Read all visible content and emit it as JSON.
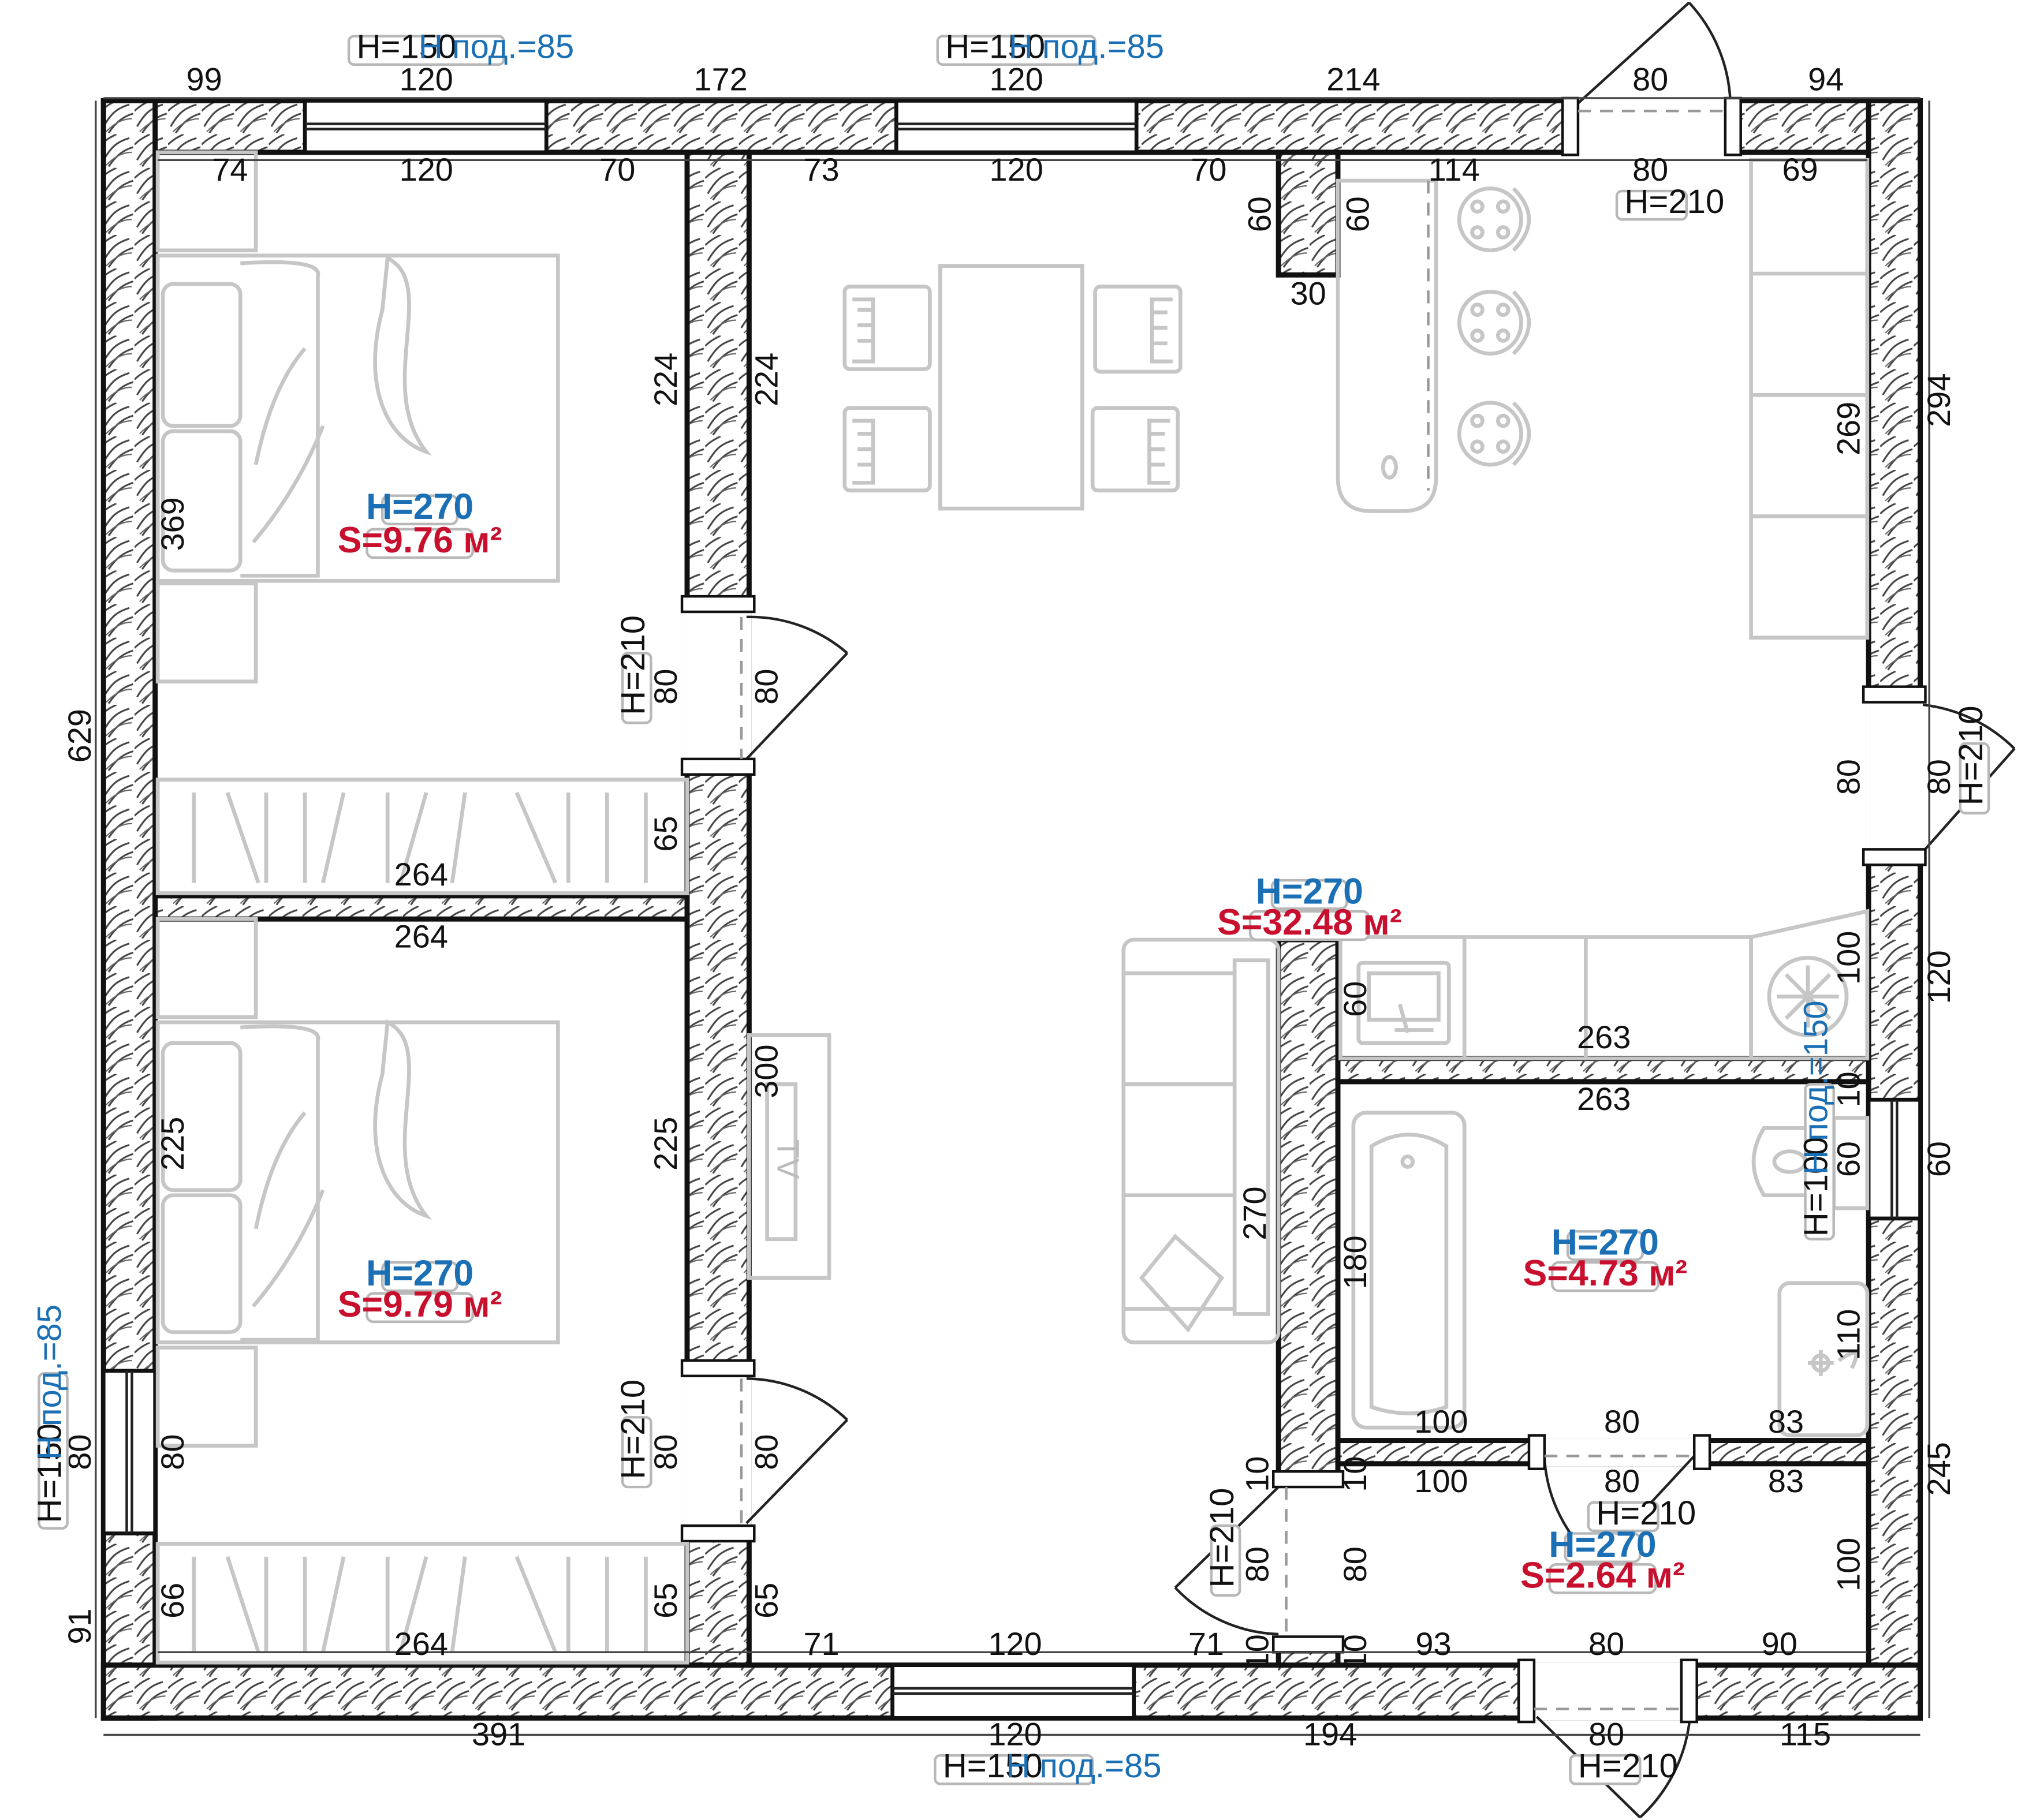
{
  "windows": {
    "top_left": {
      "h": "H=150",
      "sill": "H под.=85"
    },
    "top_mid": {
      "h": "H=150",
      "sill": "H под.=85"
    },
    "bottom": {
      "h": "H=150",
      "sill": "H под.=85"
    },
    "left": {
      "h": "H=150",
      "sill": "H под.=85"
    },
    "bath": {
      "h": "H=100",
      "sill": "H под.=150"
    }
  },
  "doors": {
    "kitchen_top": "H=210",
    "bedroom1": "H=210",
    "bedroom2": "H=210",
    "right_exit": "H=210",
    "wc": "H=210",
    "hall": "H=210",
    "entrance": "H=210"
  },
  "rooms": {
    "bedroom1": {
      "h": "H=270",
      "s": "S=9.76 м²"
    },
    "bedroom2": {
      "h": "H=270",
      "s": "S=9.79 м²"
    },
    "living": {
      "h": "H=270",
      "s": "S=32.48 м²"
    },
    "bath": {
      "h": "H=270",
      "s": "S=4.73 м²"
    },
    "hall": {
      "h": "H=270",
      "s": "S=2.64 м²"
    }
  },
  "tv_label": "TV",
  "dims": {
    "top_outer": [
      "99",
      "120",
      "172",
      "120",
      "214",
      "80",
      "94"
    ],
    "top_inner": [
      "74",
      "120",
      "70",
      "73",
      "120",
      "70",
      "114",
      "80",
      "69"
    ],
    "bottom_outer": [
      "391",
      "120",
      "194",
      "80",
      "115"
    ],
    "bottom_inner": [
      "71",
      "120",
      "71",
      "93",
      "80",
      "90"
    ],
    "bed1_bottom": "264",
    "bed2_top": "264",
    "bed2_bottom": "264",
    "kitchen_row": "263",
    "bath_top": "263",
    "bath_bottom": [
      "100",
      "80",
      "83"
    ],
    "hall_top": [
      "100",
      "80",
      "83"
    ],
    "niche": [
      "60",
      "60",
      "30"
    ],
    "left_outer": [
      "629",
      "80",
      "91"
    ],
    "right_outer": [
      "294",
      "80",
      "120",
      "60",
      "245"
    ],
    "bed1_left": "369",
    "bed1_right": [
      "224",
      "80",
      "65"
    ],
    "bed2_left": [
      "225",
      "80",
      "66"
    ],
    "bed2_right": [
      "225",
      "80",
      "65"
    ],
    "corr_left": [
      "224",
      "80",
      "300",
      "80",
      "65"
    ],
    "sofa_wall": "270",
    "kitchen_right": [
      "269",
      "80",
      "100"
    ],
    "kitchen_sink": "60",
    "bath_right": [
      "10",
      "60",
      "110"
    ],
    "bath_left": "180",
    "hall_left": [
      "10",
      "80",
      "10"
    ],
    "hall_right": "100",
    "hall_door_left": [
      "10",
      "80",
      "10"
    ]
  }
}
